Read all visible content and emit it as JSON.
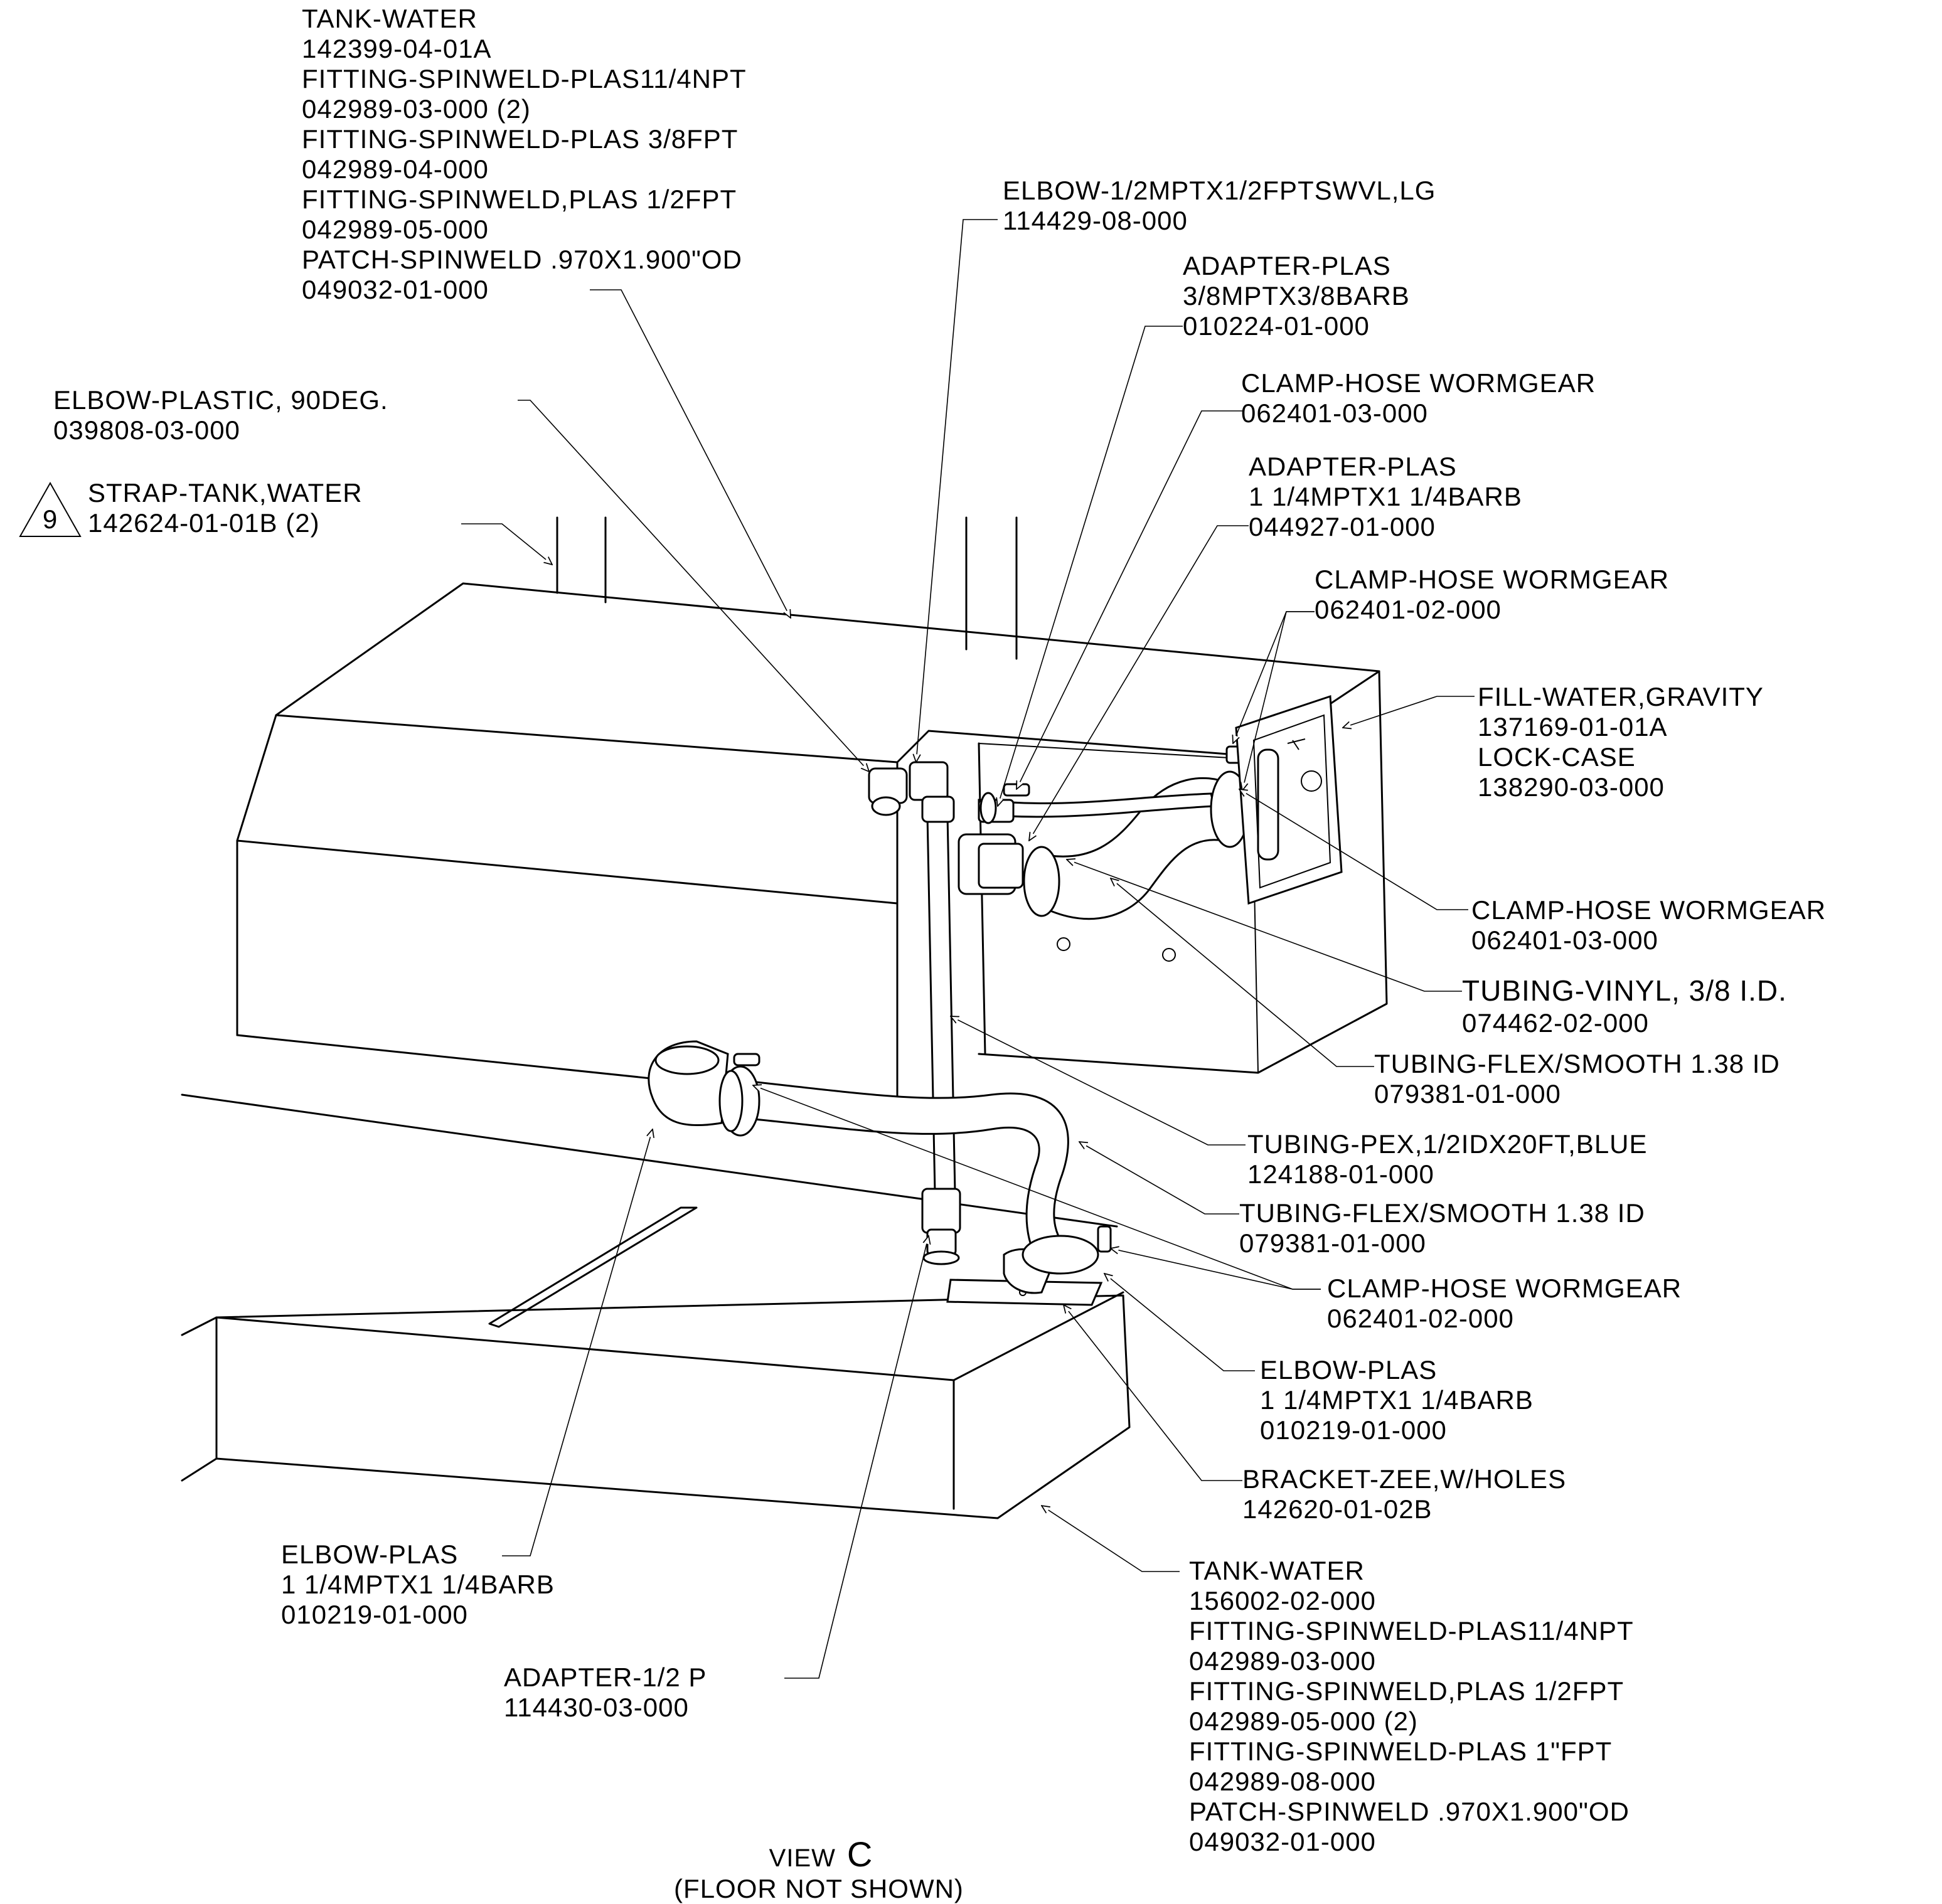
{
  "callouts": {
    "tank_water_top": [
      "TANK-WATER",
      "142399-04-01A",
      "FITTING-SPINWELD-PLAS11/4NPT",
      "042989-03-000 (2)",
      "FITTING-SPINWELD-PLAS 3/8FPT",
      "042989-04-000",
      "FITTING-SPINWELD,PLAS 1/2FPT",
      "042989-05-000",
      "PATCH-SPINWELD .970X1.900\"OD",
      "049032-01-000"
    ],
    "elbow_plastic": [
      "ELBOW-PLASTIC, 90DEG.",
      "039808-03-000"
    ],
    "strap_tank": [
      "STRAP-TANK,WATER",
      "142624-01-01B (2)"
    ],
    "strap_note_number": "9",
    "elbow_swvl": [
      "ELBOW-1/2MPTX1/2FPTSWVL,LG",
      "114429-08-000"
    ],
    "adapter_38": [
      "ADAPTER-PLAS",
      "3/8MPTX3/8BARB",
      "010224-01-000"
    ],
    "clamp_03_a": [
      "CLAMP-HOSE WORMGEAR",
      "062401-03-000"
    ],
    "adapter_114": [
      "ADAPTER-PLAS",
      "1 1/4MPTX1 1/4BARB",
      "044927-01-000"
    ],
    "clamp_02_a": [
      "CLAMP-HOSE WORMGEAR",
      "062401-02-000"
    ],
    "fill_water": [
      "FILL-WATER,GRAVITY",
      "137169-01-01A",
      "LOCK-CASE",
      "138290-03-000"
    ],
    "clamp_03_b": [
      "CLAMP-HOSE WORMGEAR",
      "062401-03-000"
    ],
    "tubing_vinyl": [
      "TUBING-VINYL, 3/8 I.D.",
      "074462-02-000"
    ],
    "tubing_flex_a": [
      "TUBING-FLEX/SMOOTH 1.38 ID",
      "079381-01-000"
    ],
    "tubing_pex": [
      "TUBING-PEX,1/2IDX20FT,BLUE",
      "124188-01-000"
    ],
    "tubing_flex_b": [
      "TUBING-FLEX/SMOOTH 1.38 ID",
      "079381-01-000"
    ],
    "clamp_02_b": [
      "CLAMP-HOSE WORMGEAR",
      "062401-02-000"
    ],
    "elbow_plas_right": [
      "ELBOW-PLAS",
      "1 1/4MPTX1 1/4BARB",
      "010219-01-000"
    ],
    "bracket_zee": [
      "BRACKET-ZEE,W/HOLES",
      "142620-01-02B"
    ],
    "elbow_plas_left": [
      "ELBOW-PLAS",
      "1 1/4MPTX1 1/4BARB",
      "010219-01-000"
    ],
    "tank_water_bottom": [
      "TANK-WATER",
      "156002-02-000",
      "FITTING-SPINWELD-PLAS11/4NPT",
      "042989-03-000",
      "FITTING-SPINWELD,PLAS 1/2FPT",
      "042989-05-000 (2)",
      "FITTING-SPINWELD-PLAS 1\"FPT",
      "042989-08-000",
      "PATCH-SPINWELD .970X1.900\"OD",
      "049032-01-000"
    ],
    "adapter_half": [
      "ADAPTER-1/2 P",
      "114430-03-000"
    ]
  },
  "view": {
    "title_prefix": "VIEW",
    "title_letter": "C",
    "subtitle": "(FLOOR NOT SHOWN)"
  }
}
